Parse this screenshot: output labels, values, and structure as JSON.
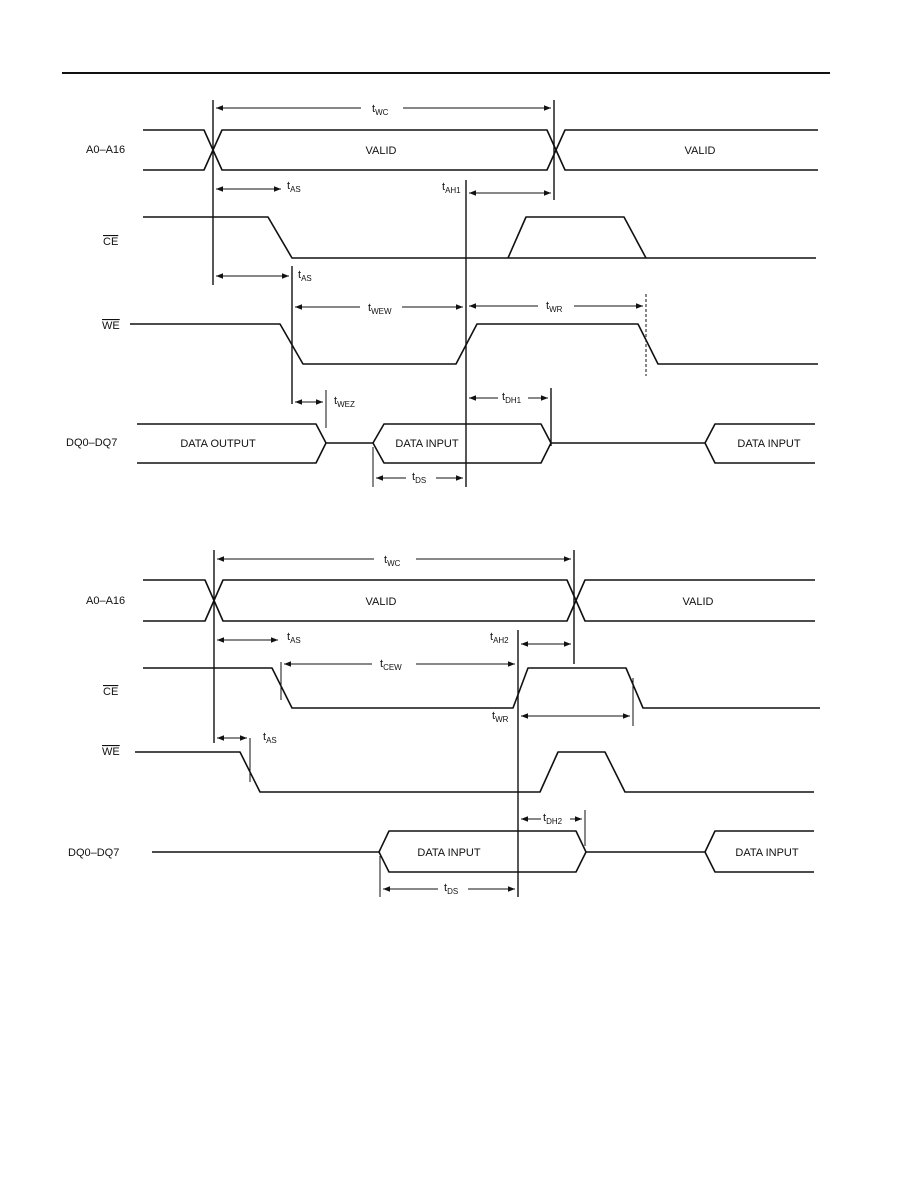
{
  "diagram1": {
    "signals": {
      "addr": "A0–A16",
      "ce": "CE",
      "we": "WE",
      "dq": "DQ0–DQ7"
    },
    "cells": {
      "addr_valid_1": "VALID",
      "addr_valid_2": "VALID",
      "dq_out": "DATA OUTPUT",
      "dq_in_1": "DATA INPUT",
      "dq_in_2": "DATA INPUT"
    },
    "timing": {
      "twc": {
        "main": "t",
        "sub": "WC"
      },
      "tas1": {
        "main": "t",
        "sub": "AS"
      },
      "tah1": {
        "main": "t",
        "sub": "AH1"
      },
      "tas2": {
        "main": "t",
        "sub": "AS"
      },
      "twew": {
        "main": "t",
        "sub": "WEW"
      },
      "twr": {
        "main": "t",
        "sub": "WR"
      },
      "twez": {
        "main": "t",
        "sub": "WEZ"
      },
      "tdh1": {
        "main": "t",
        "sub": "DH1"
      },
      "tds": {
        "main": "t",
        "sub": "DS"
      }
    }
  },
  "diagram2": {
    "signals": {
      "addr": "A0–A16",
      "ce": "CE",
      "we": "WE",
      "dq": "DQ0–DQ7"
    },
    "cells": {
      "addr_valid_1": "VALID",
      "addr_valid_2": "VALID",
      "dq_in_1": "DATA INPUT",
      "dq_in_2": "DATA INPUT"
    },
    "timing": {
      "twc": {
        "main": "t",
        "sub": "WC"
      },
      "tas1": {
        "main": "t",
        "sub": "AS"
      },
      "tah2": {
        "main": "t",
        "sub": "AH2"
      },
      "tcew": {
        "main": "t",
        "sub": "CEW"
      },
      "twr": {
        "main": "t",
        "sub": "WR"
      },
      "tas2": {
        "main": "t",
        "sub": "AS"
      },
      "tdh2": {
        "main": "t",
        "sub": "DH2"
      },
      "tds": {
        "main": "t",
        "sub": "DS"
      }
    }
  }
}
